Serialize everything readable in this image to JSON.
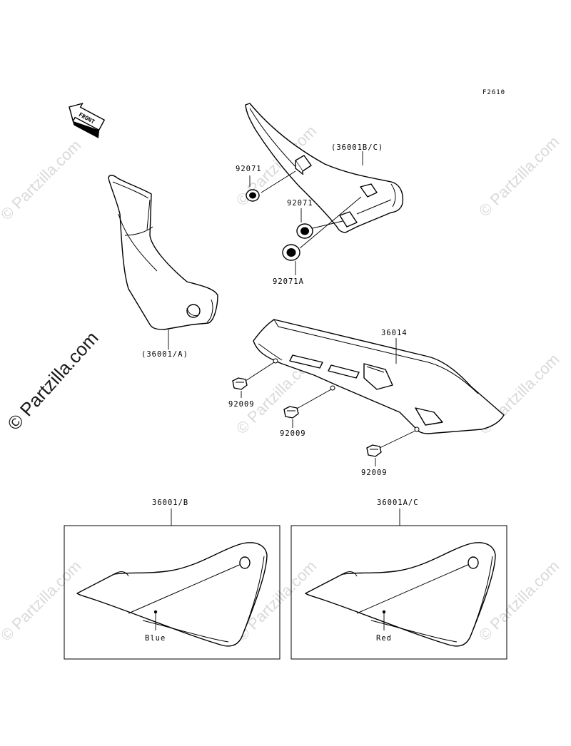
{
  "figure_code": "F2610",
  "front_label": "FRONT",
  "watermarks": {
    "main": "© Partzilla.com",
    "faint": "© Partzilla.com"
  },
  "callouts": {
    "left_cover": "(36001/A)",
    "right_cover_top": "(36001B/C)",
    "grommet_1": "92071",
    "grommet_2": "92071",
    "grommet_3": "92071A",
    "chain_guard": "36014",
    "bolt_1": "92009",
    "bolt_2": "92009",
    "bolt_3": "92009",
    "box_left": "36001/B",
    "box_right": "36001A/C"
  },
  "color_labels": {
    "left": "Blue",
    "right": "Red"
  }
}
